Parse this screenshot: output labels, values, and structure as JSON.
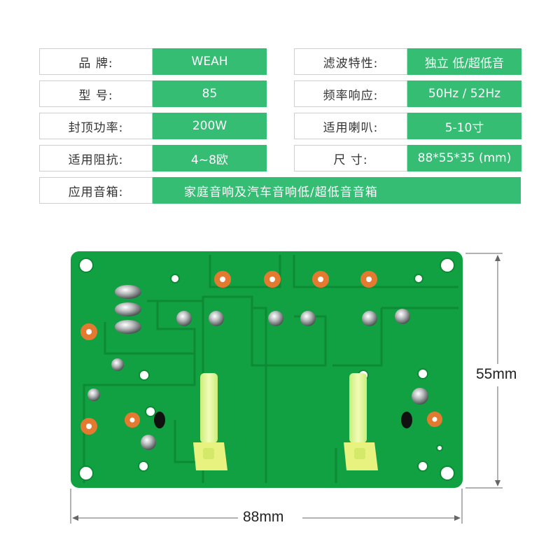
{
  "specs": {
    "brand_label": "品 牌:",
    "brand_value": "WEAH",
    "filter_label": "滤波特性:",
    "filter_value": "独立 低/超低音",
    "model_label": "型 号:",
    "model_value": "85",
    "freq_label": "频率响应:",
    "freq_value": "50Hz / 52Hz",
    "power_label": "封顶功率:",
    "power_value": "200W",
    "speaker_label": "适用喇叭:",
    "speaker_value": "5-10寸",
    "impedance_label": "适用阻抗:",
    "impedance_value": "4~8欧",
    "size_label": "尺 寸:",
    "size_value": "88*55*35 (mm)",
    "application_label": "应用音箱:",
    "application_value": "家庭音响及汽车音响低/超低音音箱"
  },
  "dimensions": {
    "width_label": "88mm",
    "height_label": "55mm"
  },
  "colors": {
    "value_bg": "#36bd74",
    "board_green": "#12a142",
    "trace_green": "#0c8a34",
    "pad_orange": "#e47a2f",
    "tie_yellow": "#e8f7a0"
  }
}
